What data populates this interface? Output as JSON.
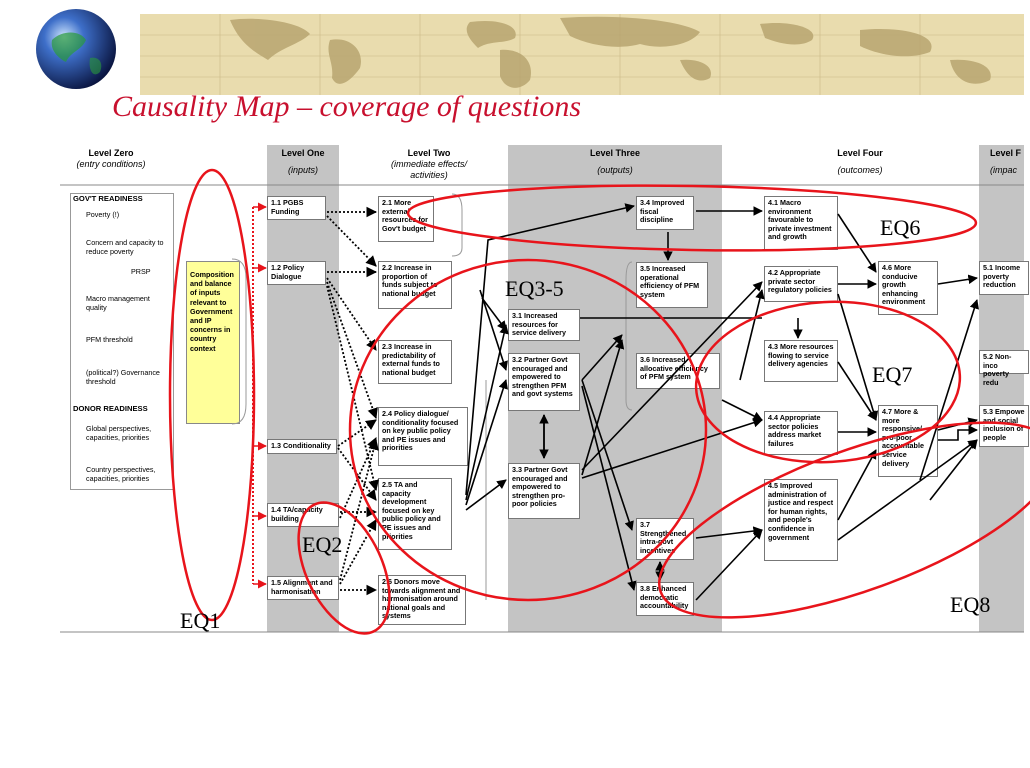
{
  "title": "Causality Map – coverage of questions",
  "colors": {
    "title": "#c8102e",
    "ellipse": "#e8141b",
    "column": "#c4c4c4",
    "yellow_box": "#ffff99"
  },
  "icons": {
    "logo": "globe-icon",
    "banner": "world-map-banner"
  },
  "levels": [
    {
      "name": "Level Zero",
      "sub": "(entry conditions)"
    },
    {
      "name": "Level One",
      "sub": "(inputs)"
    },
    {
      "name": "Level Two",
      "sub": "(immediate effects/ activities)"
    },
    {
      "name": "Level Three",
      "sub": "(outputs)"
    },
    {
      "name": "Level Four",
      "sub": "(outcomes)"
    },
    {
      "name": "Level F",
      "sub": "(impac"
    }
  ],
  "level_zero": {
    "govt_heading": "GOV'T READINESS",
    "govt_items": [
      "Poverty (!)",
      "Concern and capacity to reduce poverty",
      "PRSP",
      "Macro management quality",
      "PFM threshold",
      "(political?) Governance threshold"
    ],
    "donor_heading": "DONOR READINESS",
    "donor_items": [
      "Global perspectives, capacities, priorities",
      "Country perspectives, capacities, priorities"
    ]
  },
  "composition_box": "Composition and balance of inputs relevant to Government and IP concerns in country context",
  "level_one": [
    "1.1 PGBS Funding",
    "1.2 Policy Dialogue",
    "1.3 Conditionality",
    "1.4 TA/capacity building",
    "1.5 Alignment and harmonisation"
  ],
  "level_two": [
    "2.1 More external resources for Gov't budget",
    "2.2 Increase in proportion of funds subject to national budget",
    "2.3 Increase in predictability of external funds to national budget",
    "2.4 Policy dialogue/ conditionality focused on key public policy and PE issues and priorities",
    "2.5 TA and capacity development focused on key public policy and PE issues and priorities",
    "2.6 Donors move towards alignment and harmonisation around national goals and systems"
  ],
  "level_three": [
    "3.1 Increased resources for service delivery",
    "3.2 Partner Govt encouraged and empowered to strengthen PFM and govt systems",
    "3.3 Partner Govt encouraged and empowered to strengthen pro-poor policies",
    "3.4 Improved fiscal discipline",
    "3.5 Increased operational efficiency of PFM system",
    "3.6 Increased allocative efficiency of PFM system",
    "3.7 Strengthened intra-govt incentives",
    "3.8 Enhanced democratic accountability"
  ],
  "level_four": [
    "4.1 Macro environment favourable to private investment and growth",
    "4.2 Appropriate private sector regulatory policies",
    "4.3 More resources flowing to service delivery agencies",
    "4.4 Appropriate sector policies address market failures",
    "4.5 Improved administration of justice and respect for human rights, and people's confidence in government",
    "4.6 More conducive growth enhancing environment",
    "4.7 More & more responsive/ pro-poor accountable service delivery"
  ],
  "level_five": [
    "5.1 Income poverty reduction",
    "5.2 Non-inco poverty redu",
    "5.3 Empowe and social inclusion of people"
  ],
  "eq_labels": [
    "EQ1",
    "EQ2",
    "EQ3-5",
    "EQ6",
    "EQ7",
    "EQ8"
  ]
}
